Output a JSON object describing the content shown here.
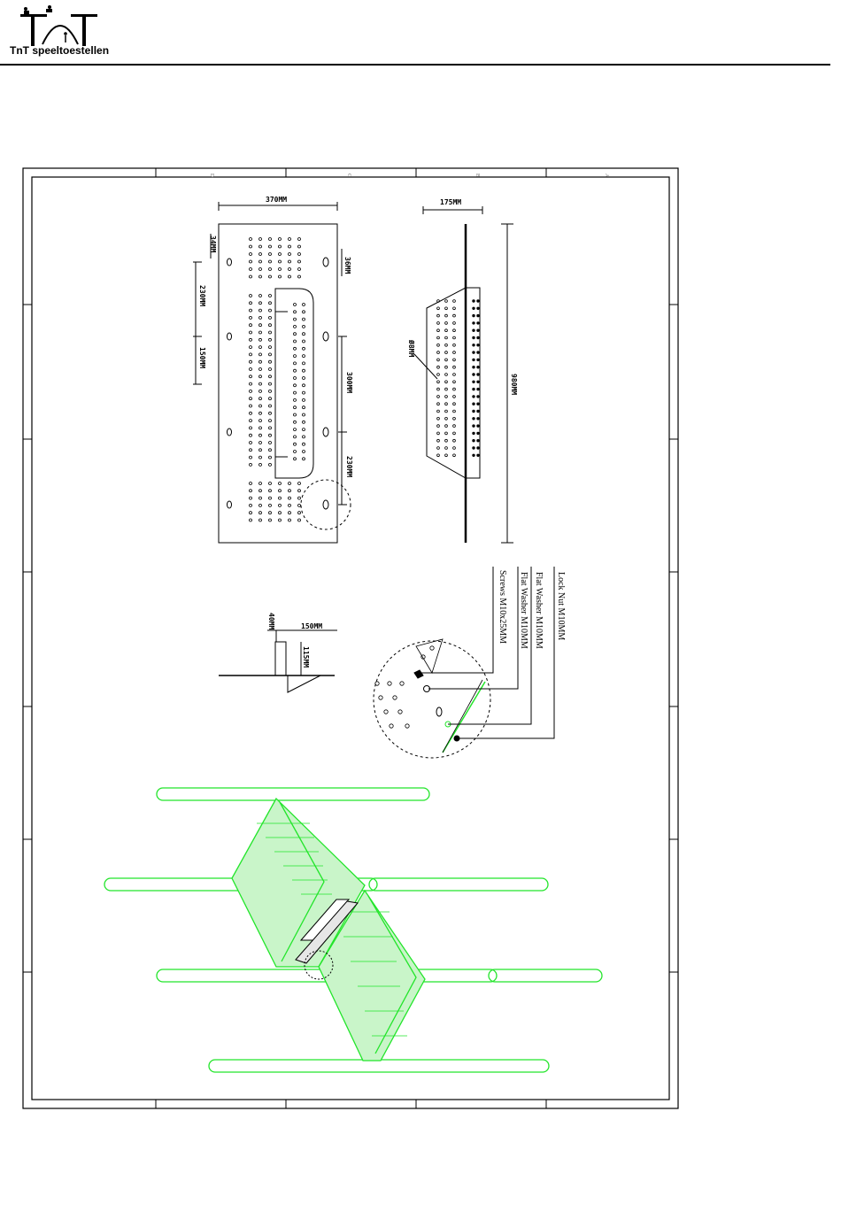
{
  "header": {
    "brand": "TnT speeltoestellen",
    "logo_icon": "tnt-playground-logo-icon"
  },
  "frame": {
    "zone_letters": [
      "D",
      "C",
      "B",
      "A"
    ]
  },
  "panel_view": {
    "width_label": "370MM",
    "top_offset_label": "34MM",
    "right_offset_label": "36MM",
    "spacing_230_top": "230MM",
    "spacing_150": "150MM",
    "spacing_300": "300MM",
    "spacing_230_bottom": "230MM"
  },
  "side_view": {
    "width_label": "175MM",
    "hole_label": "Ø8MM",
    "length_label": "980MM"
  },
  "profile_view": {
    "height_label": "40MM",
    "width_label": "150MM",
    "depth_label": "115MM"
  },
  "hardware_callouts": {
    "lock_nut": "Lock Nut M10MM",
    "flat_washer_1": "Flat Washer M10MM",
    "flat_washer_2": "Flat Washer M10MM",
    "screws": "Screws M10x25MM"
  },
  "colors": {
    "line": "#000000",
    "accent_green": "#22e52a",
    "fill_green": "#c9f5c9"
  }
}
